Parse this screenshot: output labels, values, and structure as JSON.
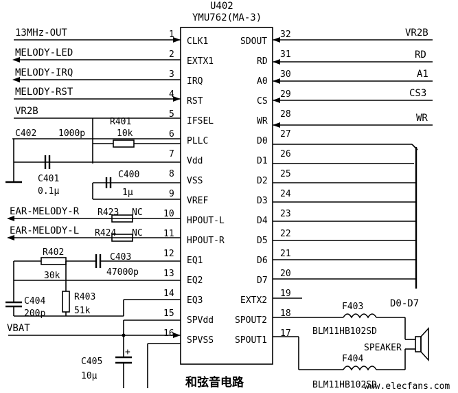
{
  "chip": {
    "ref": "U402",
    "part": "YMU762(MA-3)"
  },
  "caption": "和弦音电路",
  "watermark": "www.elecfans.com",
  "left_pins": [
    {
      "num": "1",
      "name": "CLK1"
    },
    {
      "num": "2",
      "name": "EXTX1"
    },
    {
      "num": "3",
      "name": "IRQ"
    },
    {
      "num": "4",
      "name": "RST"
    },
    {
      "num": "5",
      "name": "IFSEL"
    },
    {
      "num": "6",
      "name": "PLLC"
    },
    {
      "num": "7",
      "name": "Vdd"
    },
    {
      "num": "8",
      "name": "VSS"
    },
    {
      "num": "9",
      "name": "VREF"
    },
    {
      "num": "10",
      "name": "HPOUT-L"
    },
    {
      "num": "11",
      "name": "HPOUT-R"
    },
    {
      "num": "12",
      "name": "EQ1"
    },
    {
      "num": "13",
      "name": "EQ2"
    },
    {
      "num": "14",
      "name": "EQ3"
    },
    {
      "num": "15",
      "name": "SPVdd"
    },
    {
      "num": "16",
      "name": "SPVSS"
    }
  ],
  "right_pins": [
    {
      "num": "32",
      "name": "SDOUT"
    },
    {
      "num": "31",
      "name": "RD"
    },
    {
      "num": "30",
      "name": "A0"
    },
    {
      "num": "29",
      "name": "CS"
    },
    {
      "num": "28",
      "name": "WR"
    },
    {
      "num": "27",
      "name": "D0"
    },
    {
      "num": "26",
      "name": "D1"
    },
    {
      "num": "25",
      "name": "D2"
    },
    {
      "num": "24",
      "name": "D3"
    },
    {
      "num": "23",
      "name": "D4"
    },
    {
      "num": "22",
      "name": "D5"
    },
    {
      "num": "21",
      "name": "D6"
    },
    {
      "num": "20",
      "name": "D7"
    },
    {
      "num": "19",
      "name": "EXTX2"
    },
    {
      "num": "18",
      "name": "SPOUT2"
    },
    {
      "num": "17",
      "name": "SPOUT1"
    }
  ],
  "left_signals": [
    "13MHz-OUT",
    "MELODY-LED",
    "MELODY-IRQ",
    "MELODY-RST",
    "VR2B",
    "EAR-MELODY-R",
    "EAR-MELODY-L",
    "VBAT"
  ],
  "right_signals": [
    "VR2B",
    "RD",
    "A1",
    "CS3",
    "WR",
    "D0-D7"
  ],
  "components": {
    "r401": "R401",
    "r401_val": "10k",
    "c402": "C402",
    "c402_val": "1000p",
    "c401": "C401",
    "c401_val": "0.1μ",
    "c400": "C400",
    "c400_val": "1μ",
    "r423": "R423",
    "r423_nc": "NC",
    "r424": "R424",
    "r424_nc": "NC",
    "r402": "R402",
    "r402_val": "30k",
    "c403": "C403",
    "c403_val": "47000p",
    "c404": "C404",
    "c404_val": "200p",
    "r403": "R403",
    "r403_val": "51k",
    "c405": "C405",
    "c405_val": "10μ",
    "c405_plus": "+",
    "f403": "F403",
    "f403_part": "BLM11HB102SD",
    "f404": "F404",
    "f404_part": "BLM11HB102SD",
    "speaker": "SPEAKER"
  }
}
